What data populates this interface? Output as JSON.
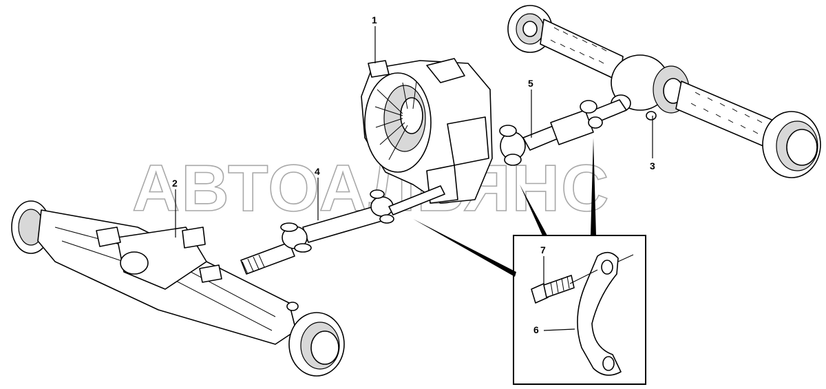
{
  "watermark": "АВТОАЛЬЯНС",
  "callouts": {
    "c1": "1",
    "c2": "2",
    "c3": "3",
    "c4": "4",
    "c5": "5",
    "c6": "6",
    "c7": "7"
  }
}
